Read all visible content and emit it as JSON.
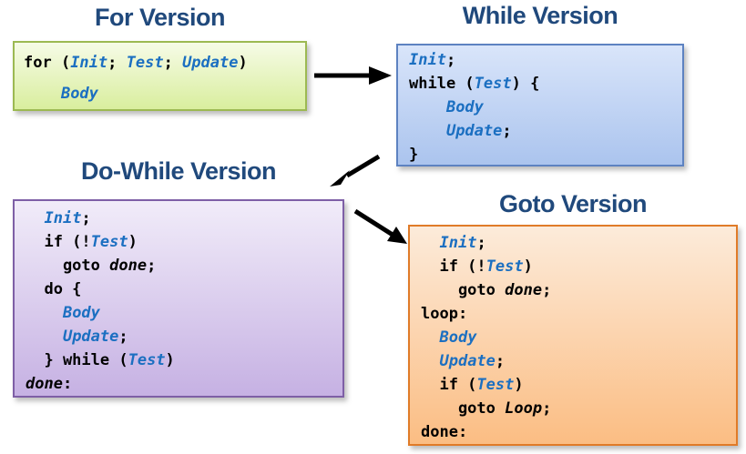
{
  "palette": {
    "title_color": "#20497c",
    "code_blue": "#1b6fc1",
    "code_black": "#000000",
    "arrow_color": "#000000",
    "boxes": {
      "for": {
        "bg_top": "#f6fbe7",
        "bg_bottom": "#d9ee9e",
        "border": "#9cb952"
      },
      "while": {
        "bg_top": "#d9e5fa",
        "bg_bottom": "#abc4ee",
        "border": "#5d82c1"
      },
      "dowhile": {
        "bg_top": "#f1ecf9",
        "bg_bottom": "#c6b1e3",
        "border": "#7e5fa6"
      },
      "goto": {
        "bg_top": "#fcebda",
        "bg_bottom": "#fbbd83",
        "border": "#e07b28"
      }
    }
  },
  "sections": [
    {
      "id": "for",
      "title": "For Version",
      "lines": [
        [
          {
            "t": "for ("
          },
          {
            "t": "Init",
            "c": "v"
          },
          {
            "t": "; "
          },
          {
            "t": "Test",
            "c": "v"
          },
          {
            "t": "; "
          },
          {
            "t": "Update",
            "c": "v"
          },
          {
            "t": ")"
          }
        ],
        [
          {
            "t": "    "
          },
          {
            "t": "Body",
            "c": "v"
          }
        ]
      ]
    },
    {
      "id": "while",
      "title": "While Version",
      "lines": [
        [
          {
            "t": "Init",
            "c": "v"
          },
          {
            "t": ";"
          }
        ],
        [
          {
            "t": "while ("
          },
          {
            "t": "Test",
            "c": "v"
          },
          {
            "t": ") {"
          }
        ],
        [
          {
            "t": "    "
          },
          {
            "t": "Body",
            "c": "v"
          }
        ],
        [
          {
            "t": "    "
          },
          {
            "t": "Update",
            "c": "v"
          },
          {
            "t": ";"
          }
        ],
        [
          {
            "t": "}"
          }
        ]
      ]
    },
    {
      "id": "dowhile",
      "title": "Do-While Version",
      "lines": [
        [
          {
            "t": "  "
          },
          {
            "t": "Init",
            "c": "v"
          },
          {
            "t": ";"
          }
        ],
        [
          {
            "t": "  if (!"
          },
          {
            "t": "Test",
            "c": "v"
          },
          {
            "t": ")"
          }
        ],
        [
          {
            "t": "    goto "
          },
          {
            "t": "done",
            "c": "i"
          },
          {
            "t": ";"
          }
        ],
        [
          {
            "t": "  do {"
          }
        ],
        [
          {
            "t": "    "
          },
          {
            "t": "Body",
            "c": "v"
          }
        ],
        [
          {
            "t": "    "
          },
          {
            "t": "Update",
            "c": "v"
          },
          {
            "t": ";"
          }
        ],
        [
          {
            "t": "  } while ("
          },
          {
            "t": "Test",
            "c": "v"
          },
          {
            "t": ")"
          }
        ],
        [
          {
            "t": "done",
            "c": "i"
          },
          {
            "t": ":"
          }
        ]
      ]
    },
    {
      "id": "goto",
      "title": "Goto Version",
      "lines": [
        [
          {
            "t": "  "
          },
          {
            "t": "Init",
            "c": "v"
          },
          {
            "t": ";"
          }
        ],
        [
          {
            "t": "  if (!"
          },
          {
            "t": "Test",
            "c": "v"
          },
          {
            "t": ")"
          }
        ],
        [
          {
            "t": "    goto "
          },
          {
            "t": "done",
            "c": "i"
          },
          {
            "t": ";"
          }
        ],
        [
          {
            "t": "loop:"
          }
        ],
        [
          {
            "t": "  "
          },
          {
            "t": "Body",
            "c": "v"
          }
        ],
        [
          {
            "t": "  "
          },
          {
            "t": "Update",
            "c": "v"
          },
          {
            "t": ";"
          }
        ],
        [
          {
            "t": "  if ("
          },
          {
            "t": "Test",
            "c": "v"
          },
          {
            "t": ")"
          }
        ],
        [
          {
            "t": "    goto "
          },
          {
            "t": "Loop",
            "c": "i"
          },
          {
            "t": ";"
          }
        ],
        [
          {
            "t": "done:"
          }
        ]
      ]
    }
  ],
  "arrows": [
    {
      "name": "arrow-for-to-while",
      "from": "for",
      "to": "while"
    },
    {
      "name": "arrow-while-to-dowhile",
      "from": "while",
      "to": "dowhile"
    },
    {
      "name": "arrow-dowhile-to-goto",
      "from": "dowhile",
      "to": "goto"
    }
  ]
}
